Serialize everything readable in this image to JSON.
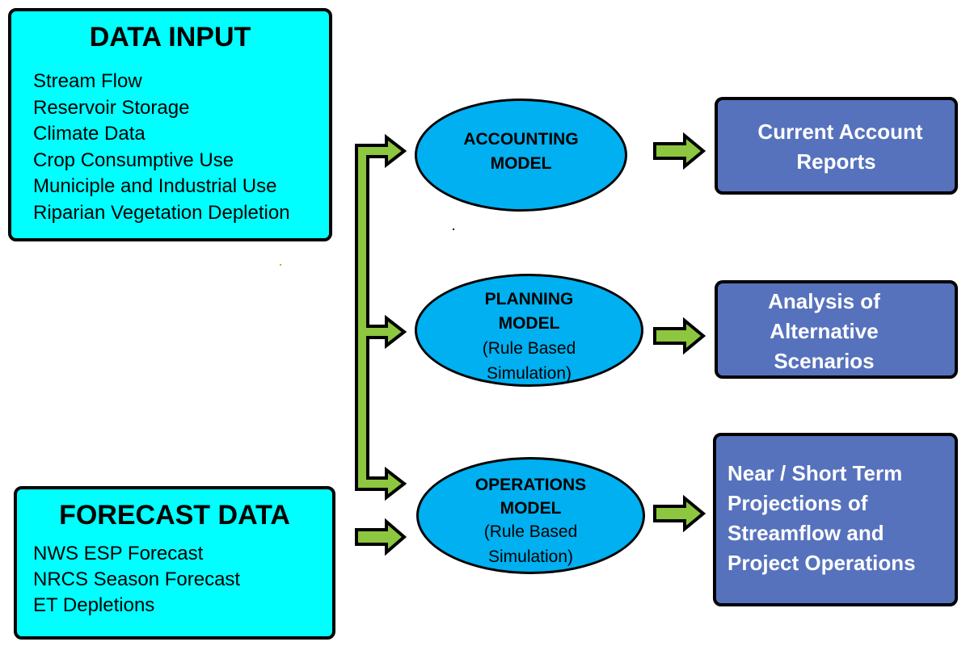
{
  "colors": {
    "input_fill": "#00ffff",
    "model_fill": "#00b0f0",
    "output_fill": "#5672bd",
    "arrow_fill": "#8dc63f",
    "outline": "#000000"
  },
  "data_input": {
    "title": "DATA INPUT",
    "items": [
      "Stream Flow",
      "Reservoir Storage",
      "Climate Data",
      "Crop Consumptive Use",
      "Municiple and Industrial Use",
      "Riparian Vegetation Depletion"
    ]
  },
  "forecast_data": {
    "title": "FORECAST DATA",
    "items": [
      "NWS ESP Forecast",
      "NRCS Season Forecast",
      "ET Depletions"
    ]
  },
  "models": {
    "accounting": {
      "line1": "ACCOUNTING",
      "line2": "MODEL"
    },
    "planning": {
      "line1": "PLANNING",
      "line2": "MODEL",
      "sub1": "(Rule Based",
      "sub2": "Simulation)"
    },
    "operations": {
      "line1": "OPERATIONS",
      "line2": "MODEL",
      "sub1": "(Rule Based",
      "sub2": "Simulation)"
    }
  },
  "outputs": {
    "accounting": {
      "lines": [
        "Current Account",
        "Reports"
      ]
    },
    "planning": {
      "lines": [
        "Analysis of",
        "Alternative",
        "Scenarios"
      ]
    },
    "operations": {
      "lines": [
        "Near / Short Term",
        "Projections of",
        "Streamflow and",
        "Project Operations"
      ]
    }
  },
  "connections": [
    {
      "from": "data-input",
      "to": "accounting-model"
    },
    {
      "from": "data-input",
      "to": "planning-model"
    },
    {
      "from": "data-input",
      "to": "operations-model"
    },
    {
      "from": "forecast-data",
      "to": "operations-model"
    },
    {
      "from": "accounting-model",
      "to": "current-account-reports"
    },
    {
      "from": "planning-model",
      "to": "analysis-of-alternative-scenarios"
    },
    {
      "from": "operations-model",
      "to": "near-short-term-projections"
    }
  ]
}
